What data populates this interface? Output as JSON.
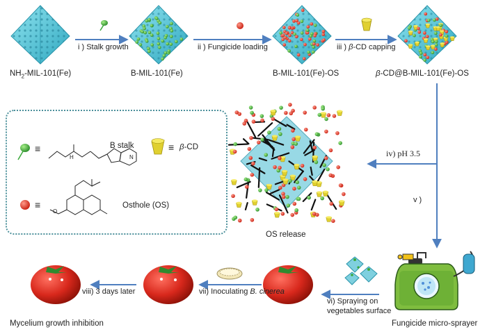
{
  "labels": {
    "mof": "NH",
    "mof_sub": "2",
    "mof_rest": "-MIL-101(Fe)",
    "b_mil": "B-MIL-101(Fe)",
    "b_mil_os": "B-MIL-101(Fe)-OS",
    "cd_prefix": "β",
    "cd_rest": "-CD@B-MIL-101(Fe)-OS",
    "os_release": "OS release",
    "sprayer": "Fungicide micro-sprayer",
    "inhibition": "Mycelium growth inhibition"
  },
  "steps": {
    "s1": "i ) Stalk growth",
    "s2": "ii ) Fungicide loading",
    "s3_pre": "iii ) ",
    "s3_beta": "β",
    "s3_post": "-CD capping",
    "s4": "iv) pH 3.5",
    "s5": "v )",
    "s6a": "vi) Spraying on",
    "s6b": "vegetables surface",
    "s7_pre": "vii) Inoculating ",
    "s7_it": "B. cinerea",
    "s8": "viii) 3 days later"
  },
  "legend": {
    "b_stalk": "B stalk",
    "equiv": "≡",
    "beta_prefix": "β",
    "beta_rest": "-CD",
    "osthole": "Osthole (OS)",
    "chem_h": "H",
    "chem_n": "N",
    "chem_o": "O"
  },
  "colors": {
    "arrow": "#4f7fbf",
    "octahedron": "#4fc3d6",
    "stalk": "#3aa83a",
    "fungicide": "#e03020",
    "cyclodextrin": "#d8d020",
    "tomato": "#d8281c"
  }
}
